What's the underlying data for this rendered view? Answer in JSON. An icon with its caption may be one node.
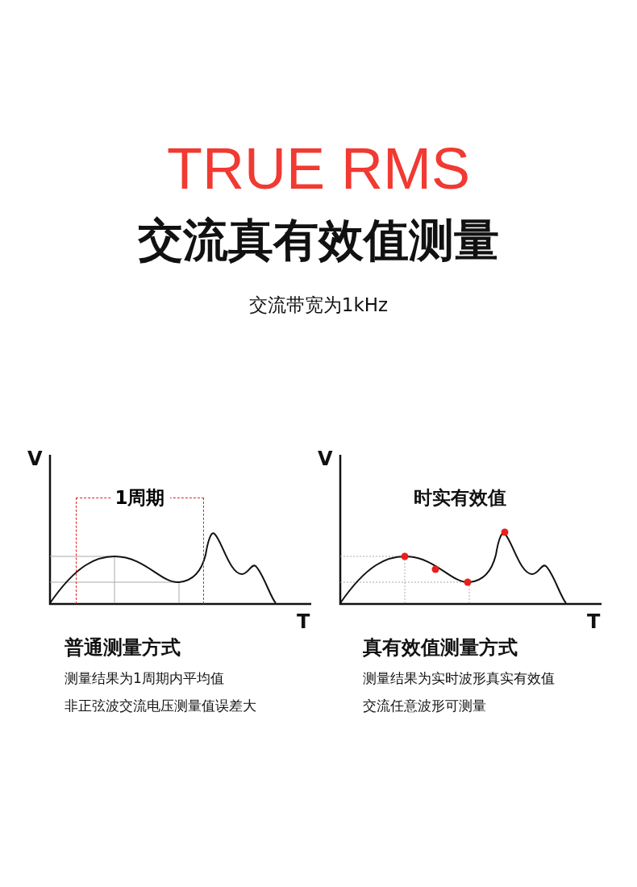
{
  "diagram": {
    "title": "TRUE RMS",
    "nodes": [
      {
        "text": [
          "1周期"
        ]
      }
    ],
    "labels": [
      "交流真有效值测量",
      "交流带宽为1kHz",
      "V",
      "V",
      "时实有效值",
      "T",
      "T",
      "普通测量方式",
      "真有效值测量方式",
      "测量结果为1周期内平均值",
      "测量结果为实时波形真实有效值",
      "非正弦波交流电压测量值误差大",
      "交流任意波形可测量"
    ]
  }
}
